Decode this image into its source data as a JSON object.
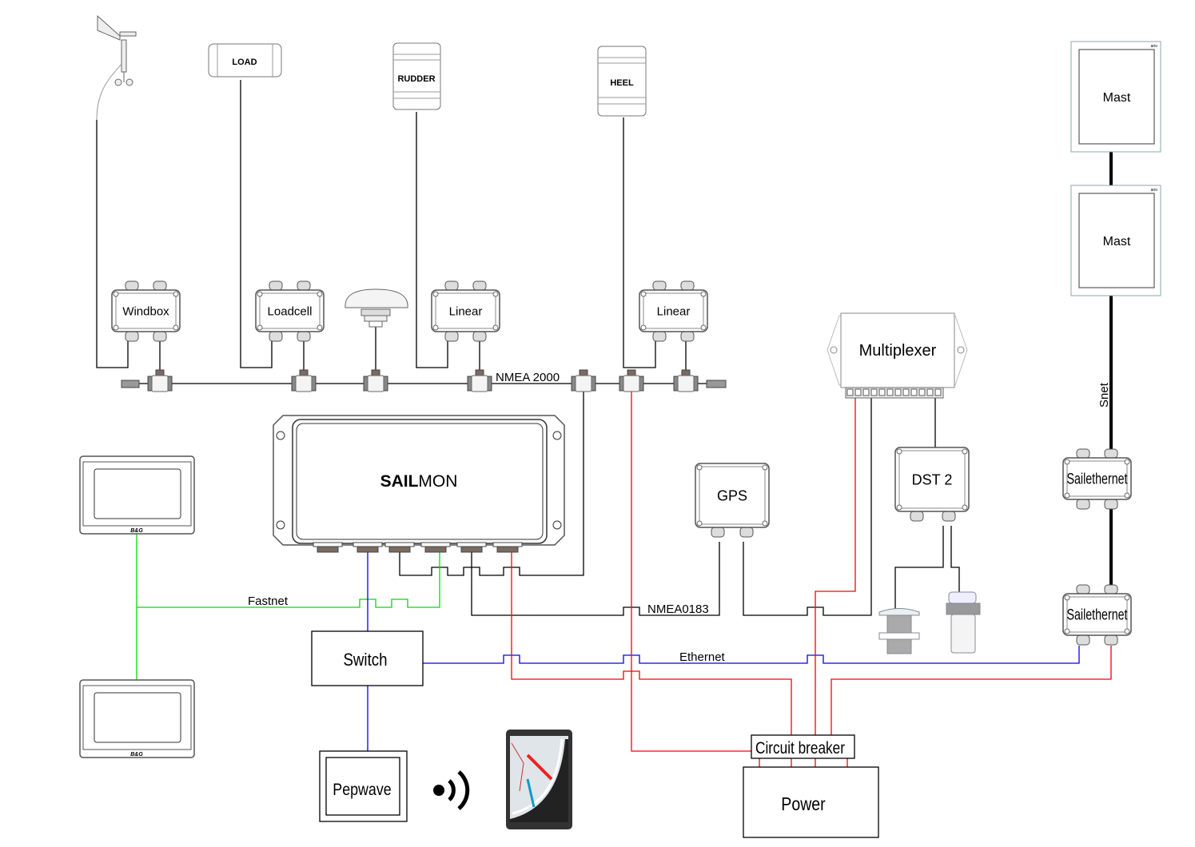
{
  "sensors": {
    "load": "LOAD",
    "rudder": "RUDDER",
    "heel": "HEEL"
  },
  "boxes": {
    "windbox": "Windbox",
    "loadcell": "Loadcell",
    "linear_1": "Linear",
    "linear_2": "Linear",
    "multiplexer": "Multiplexer",
    "gps": "GPS",
    "dst": "DST 2",
    "mast_1": "Mast",
    "mast_2": "Mast",
    "sailethernet_1": "Sailethernet",
    "sailethernet_2": "Sailethernet",
    "switch": "Switch",
    "pepwave": "Pepwave",
    "circuit_breaker": "Circuit breaker",
    "power": "Power"
  },
  "processor": {
    "logo_bold": "SAIL",
    "logo_light": "MON"
  },
  "display_logo": "B&G",
  "mast_brand": "ario",
  "connections": {
    "nmea2000": "NMEA 2000",
    "nmea0183": "NMEA0183",
    "fastnet": "Fastnet",
    "ethernet": "Ethernet",
    "snet": "Snet"
  },
  "colors": {
    "power": "#ff0000",
    "ethernet": "#0000ff",
    "fastnet": "#00dd00",
    "data": "#000000"
  }
}
